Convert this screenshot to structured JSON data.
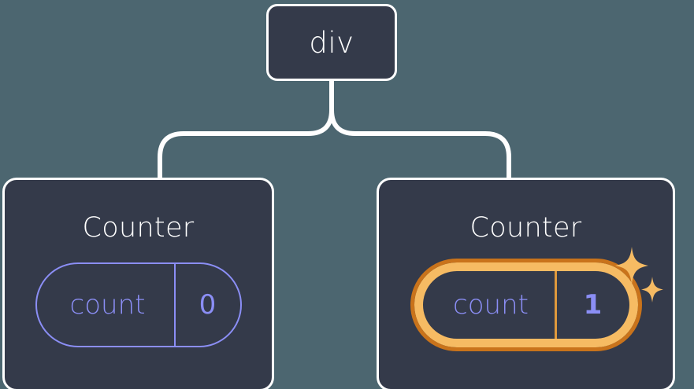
{
  "diagram": {
    "title_hint": "React component tree with state",
    "background_color": "#4c6670",
    "node_fill": "#343a4a",
    "node_border": "#ffffff",
    "state_color": "#8b8ef5",
    "highlight_color": "#f6bb63",
    "highlight_ring_color": "#c9731b",
    "connector_color": "#ffffff"
  },
  "root": {
    "label": "div"
  },
  "children": [
    {
      "title": "Counter",
      "state": {
        "key": "count",
        "value": "0"
      },
      "highlighted": false
    },
    {
      "title": "Counter",
      "state": {
        "key": "count",
        "value": "1"
      },
      "highlighted": true
    }
  ],
  "icons": {
    "sparkle_large": "sparkle-icon",
    "sparkle_small": "sparkle-icon"
  }
}
